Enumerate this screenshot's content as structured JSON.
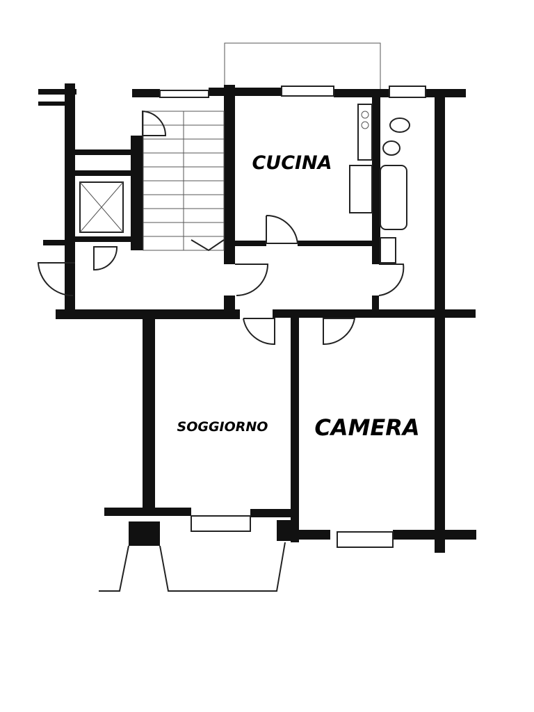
{
  "rooms": {
    "kitchen": "CUCINA",
    "living": "SOGGIORNO",
    "bedroom": "CAMERA"
  },
  "colors": {
    "wall": "#111111",
    "background": "#ffffff"
  }
}
